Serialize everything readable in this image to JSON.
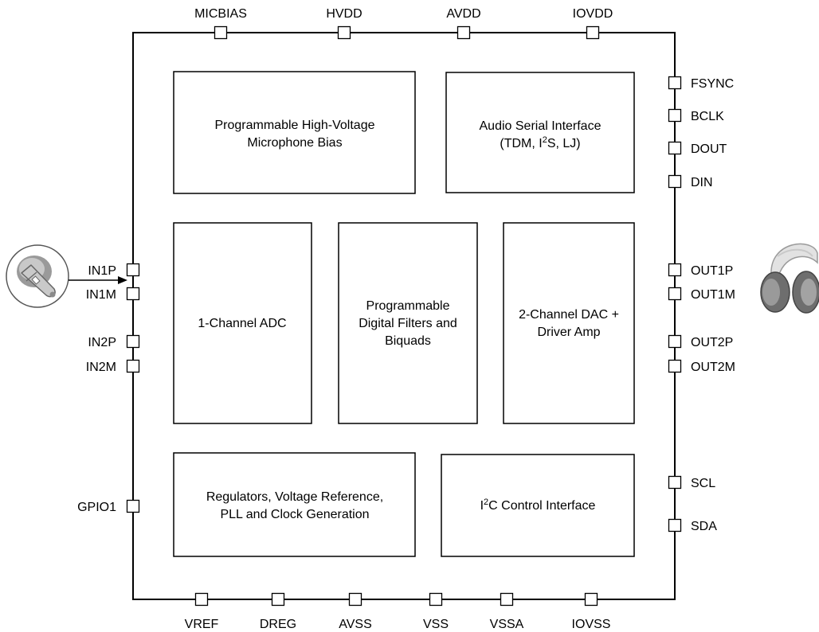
{
  "blocks": {
    "mic_bias": [
      "Programmable High-Voltage",
      "Microphone Bias"
    ],
    "audio_serial": [
      "Audio Serial Interface",
      "(TDM, I",
      "2",
      "S, LJ)"
    ],
    "adc": [
      "1-Channel ADC"
    ],
    "filters": [
      "Programmable",
      "Digital Filters and",
      "Biquads"
    ],
    "dac": [
      "2-Channel DAC +",
      "Driver Amp"
    ],
    "regulators": [
      "Regulators, Voltage Reference,",
      "PLL and Clock Generation"
    ],
    "i2c": [
      "I",
      "2",
      "C Control Interface"
    ]
  },
  "pins": {
    "top": [
      "MICBIAS",
      "HVDD",
      "AVDD",
      "IOVDD"
    ],
    "bottom": [
      "VREF",
      "DREG",
      "AVSS",
      "VSS",
      "VSSA",
      "IOVSS"
    ],
    "left": [
      "IN1P",
      "IN1M",
      "IN2P",
      "IN2M",
      "GPIO1"
    ],
    "right": [
      "FSYNC",
      "BCLK",
      "DOUT",
      "DIN",
      "OUT1P",
      "OUT1M",
      "OUT2P",
      "OUT2M",
      "SCL",
      "SDA"
    ]
  },
  "icons": {
    "input": "microphone-icon",
    "output": "headphones-icon"
  }
}
